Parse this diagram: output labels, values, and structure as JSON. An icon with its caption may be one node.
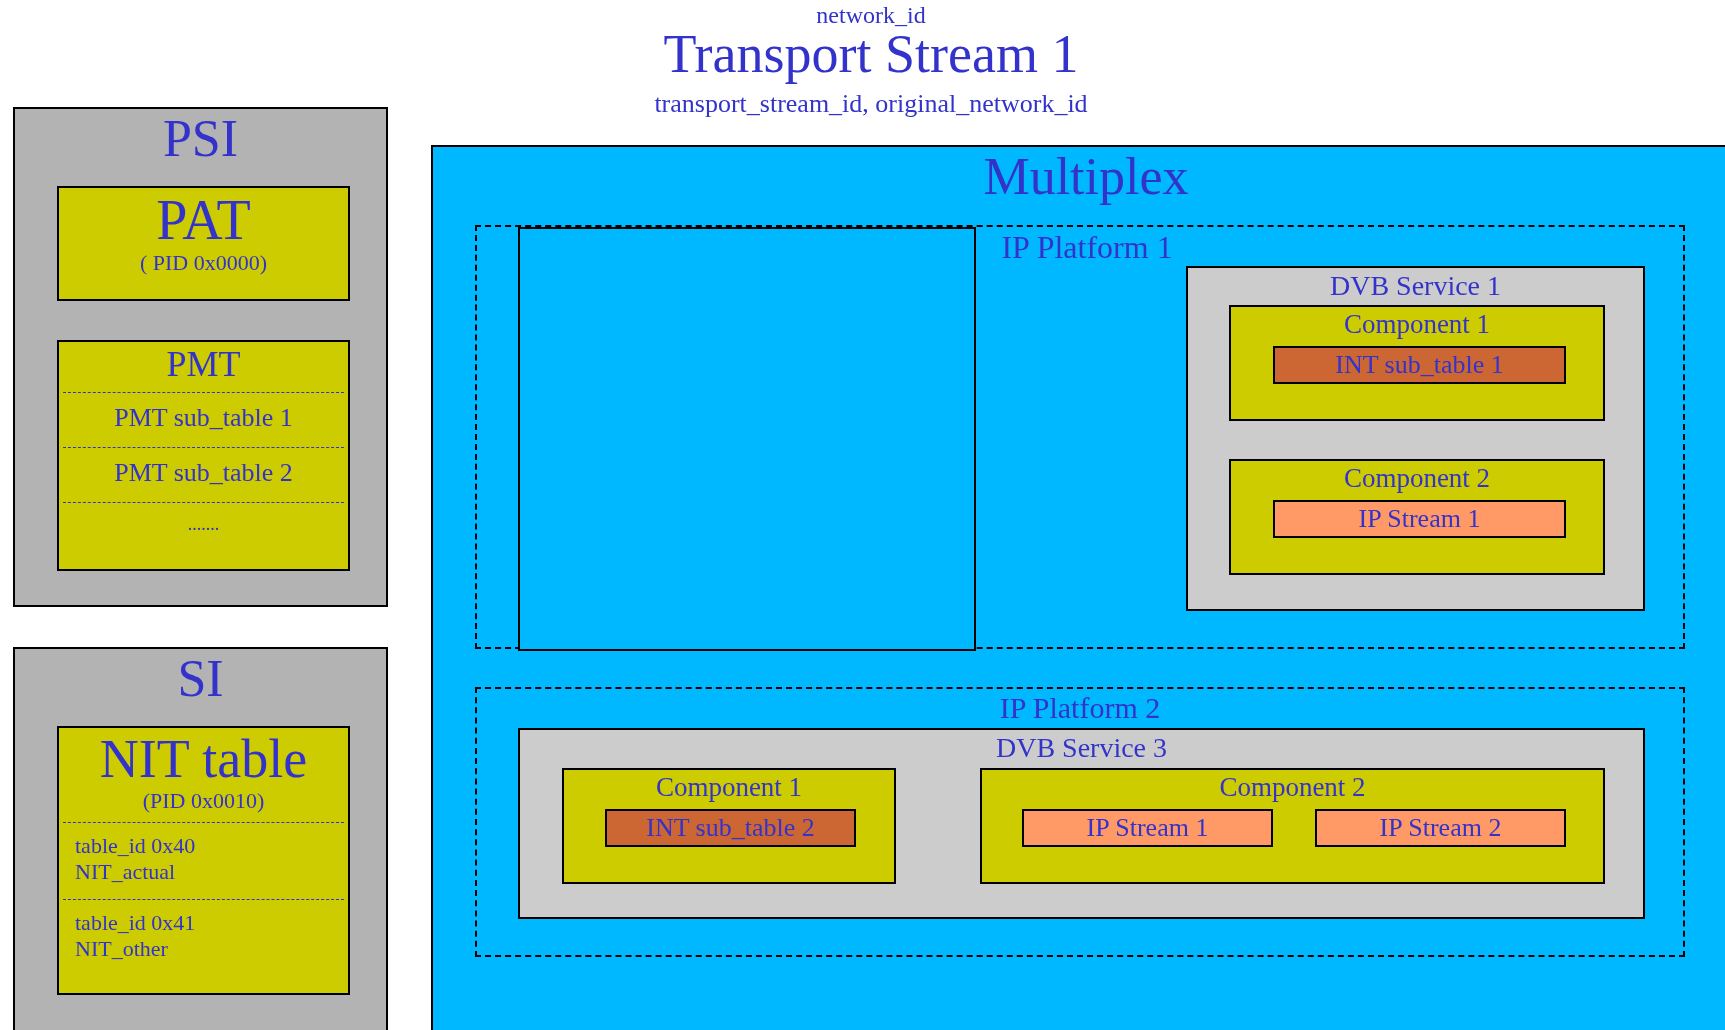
{
  "diagram": {
    "title": "Transport Stream 1",
    "labels": [
      "network_id",
      "transport_stream_id, original_network_id"
    ],
    "nodes": [
      {
        "text": [
          "PSI"
        ]
      },
      {
        "text": [
          "PAT",
          "( PID 0x0000)"
        ],
        "in": 0
      },
      {
        "text": [
          "PMT",
          "PMT sub_table 1",
          "PMT sub_table 2",
          "......."
        ],
        "in": 0
      },
      {
        "text": [
          "SI"
        ]
      },
      {
        "text": [
          "NIT table",
          "(PID 0x0010)",
          "table_id 0x40 NIT_actual",
          "table_id 0x41 NIT_other"
        ],
        "in": 3
      },
      {
        "text": [
          "Multiplex"
        ]
      },
      {
        "text": [
          "IP Platform 1"
        ],
        "in": 5
      },
      {
        "text": [],
        "shape": "box",
        "in": 6
      },
      {
        "text": [
          "DVB Service 1"
        ],
        "in": 6
      },
      {
        "text": [
          "Component 1"
        ],
        "in": 8
      },
      {
        "text": [
          "INT sub_table 1"
        ],
        "in": 9
      },
      {
        "text": [
          "Component 2"
        ],
        "in": 8
      },
      {
        "text": [
          "IP Stream 1"
        ],
        "in": 11
      },
      {
        "text": [
          "IP Platform 2"
        ],
        "in": 5
      },
      {
        "text": [
          "DVB Service 3"
        ],
        "in": 13
      },
      {
        "text": [
          "Component 1"
        ],
        "in": 14
      },
      {
        "text": [
          "INT sub_table 2"
        ],
        "in": 15
      },
      {
        "text": [
          "Component 2"
        ],
        "in": 14
      },
      {
        "text": [
          "IP Stream 1"
        ],
        "in": 17
      },
      {
        "text": [
          "IP Stream 2"
        ],
        "in": 17
      }
    ],
    "edges": []
  }
}
